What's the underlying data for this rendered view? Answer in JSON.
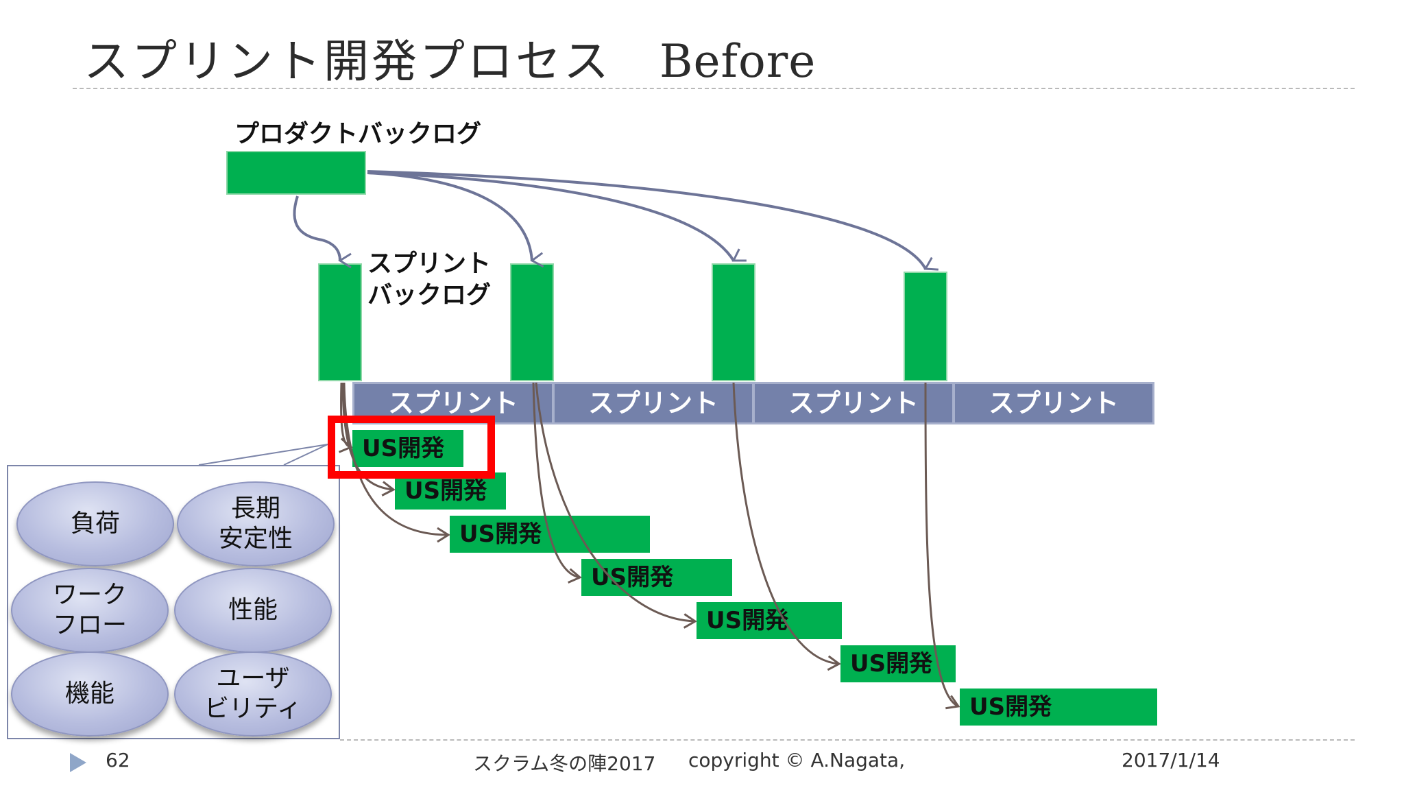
{
  "slide": {
    "title_jp": "スプリント開発プロセス",
    "title_en": "Before",
    "product_backlog_label": "プロダクトバックログ",
    "sprint_backlog_label_line1": "スプリント",
    "sprint_backlog_label_line2": "バックログ",
    "sprints": [
      "スプリント",
      "スプリント",
      "スプリント",
      "スプリント"
    ],
    "us_tasks": [
      "US開発",
      "US開発",
      "US開発",
      "US開発",
      "US開発",
      "US開発",
      "US開発"
    ],
    "quality_items": [
      "負荷",
      "長期\n安定性",
      "ワーク\nフロー",
      "性能",
      "機能",
      "ユーザ\nビリティ"
    ]
  },
  "footer": {
    "page_number": "62",
    "event": "スクラム冬の陣2017",
    "copyright": "copyright © A.Nagata,",
    "date": "2017/1/14"
  },
  "colors": {
    "green": "#00b050",
    "sprint_bar": "#7481aa",
    "highlight": "#ff0000",
    "arrow_blue": "#6d7497",
    "arrow_brown": "#6b5a54"
  }
}
